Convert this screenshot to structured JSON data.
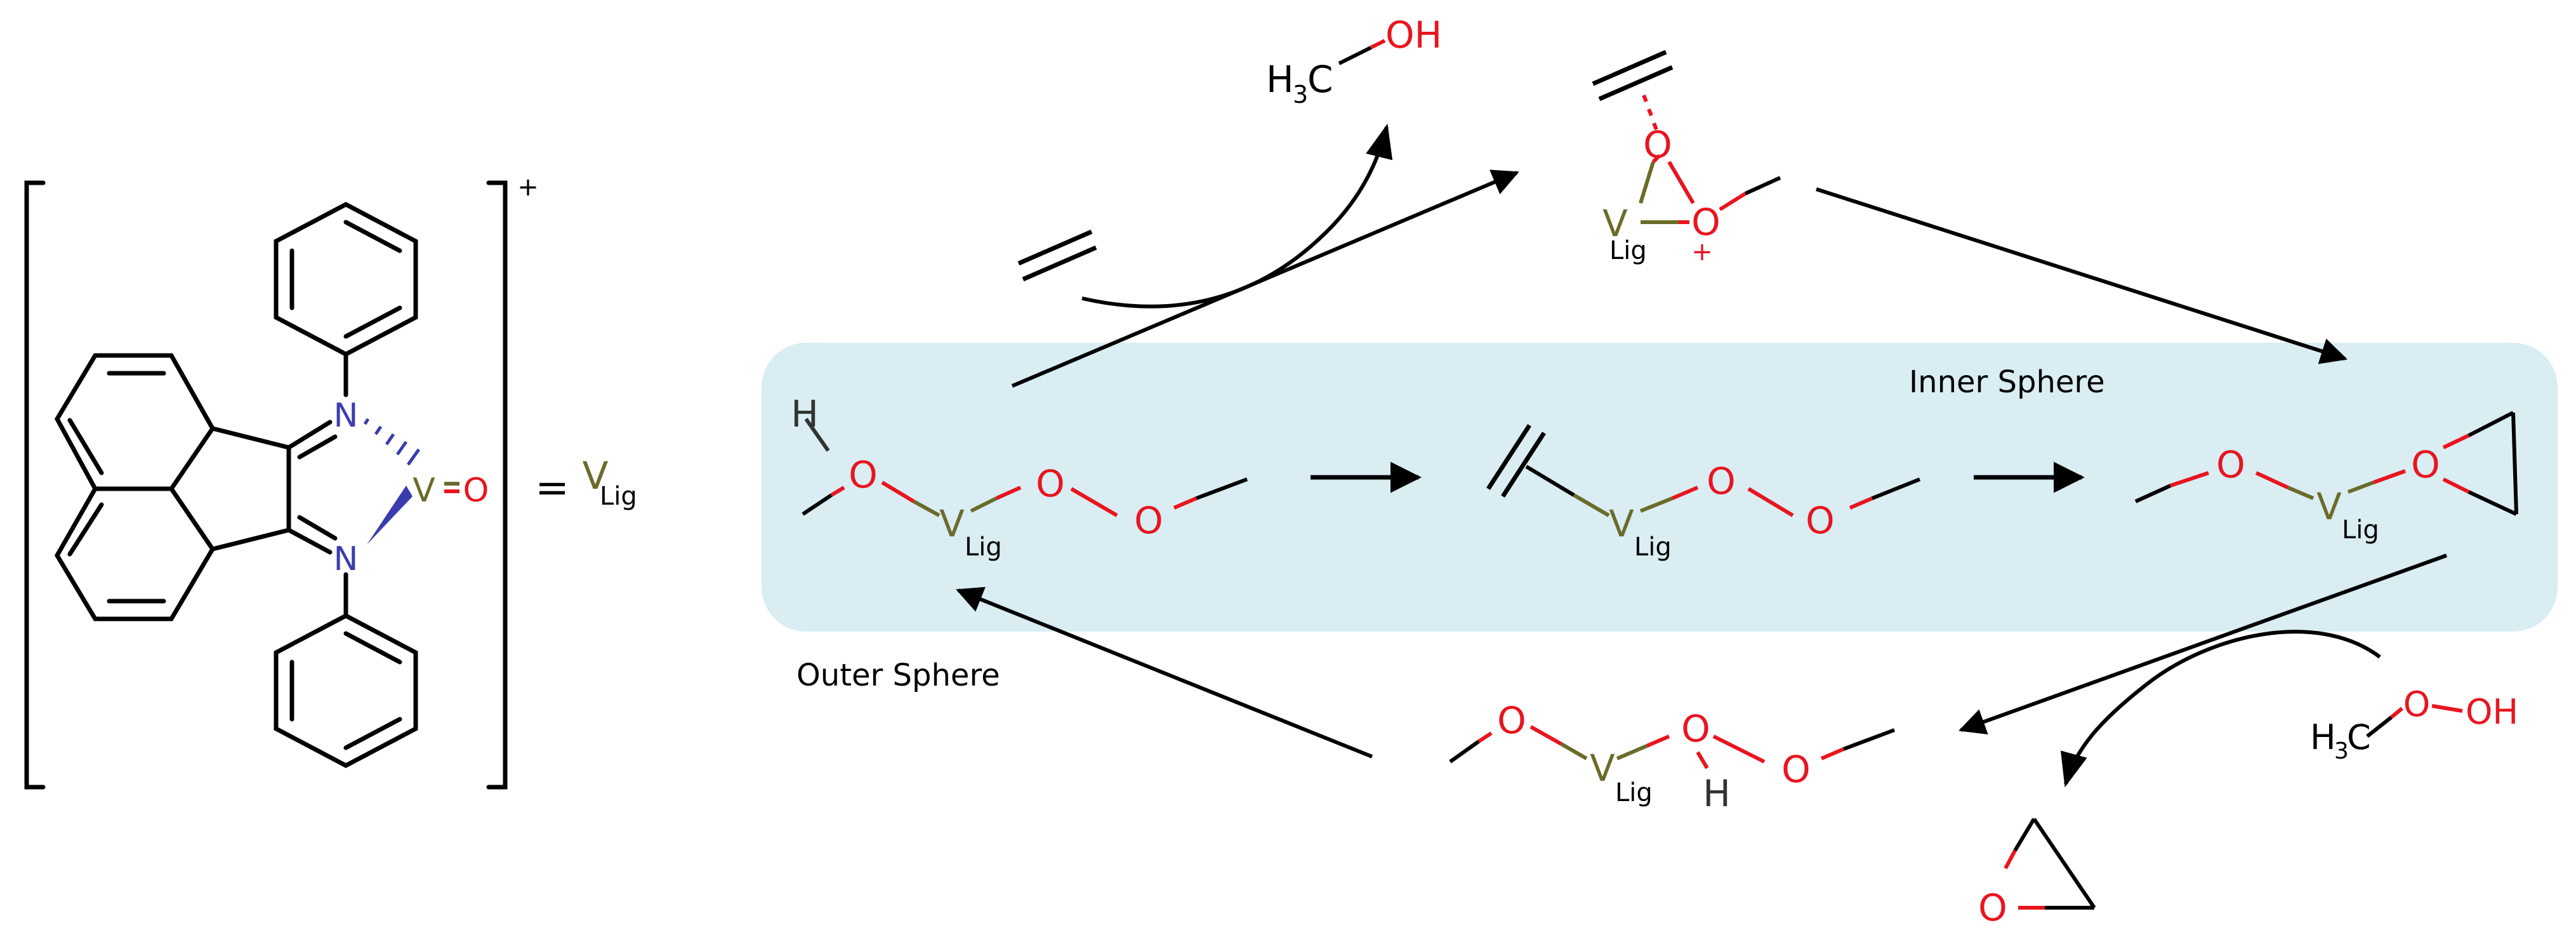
{
  "colors": {
    "bond": "#000000",
    "oxygen": "#e8151f",
    "vanadium": "#6b6b2a",
    "nitrogen": "#3b3bb0",
    "hydrogen": "#333333",
    "panel": "#d9edf3"
  },
  "atoms": {
    "O": "O",
    "V": "V",
    "N": "N",
    "H": "H",
    "OH": "OH",
    "C": "C",
    "H3": "H",
    "three": "3",
    "lig": "Lig",
    "charge_plus": "+"
  },
  "equals": "=",
  "regions": {
    "inner": "Inner Sphere",
    "outer": "Outer Sphere"
  }
}
